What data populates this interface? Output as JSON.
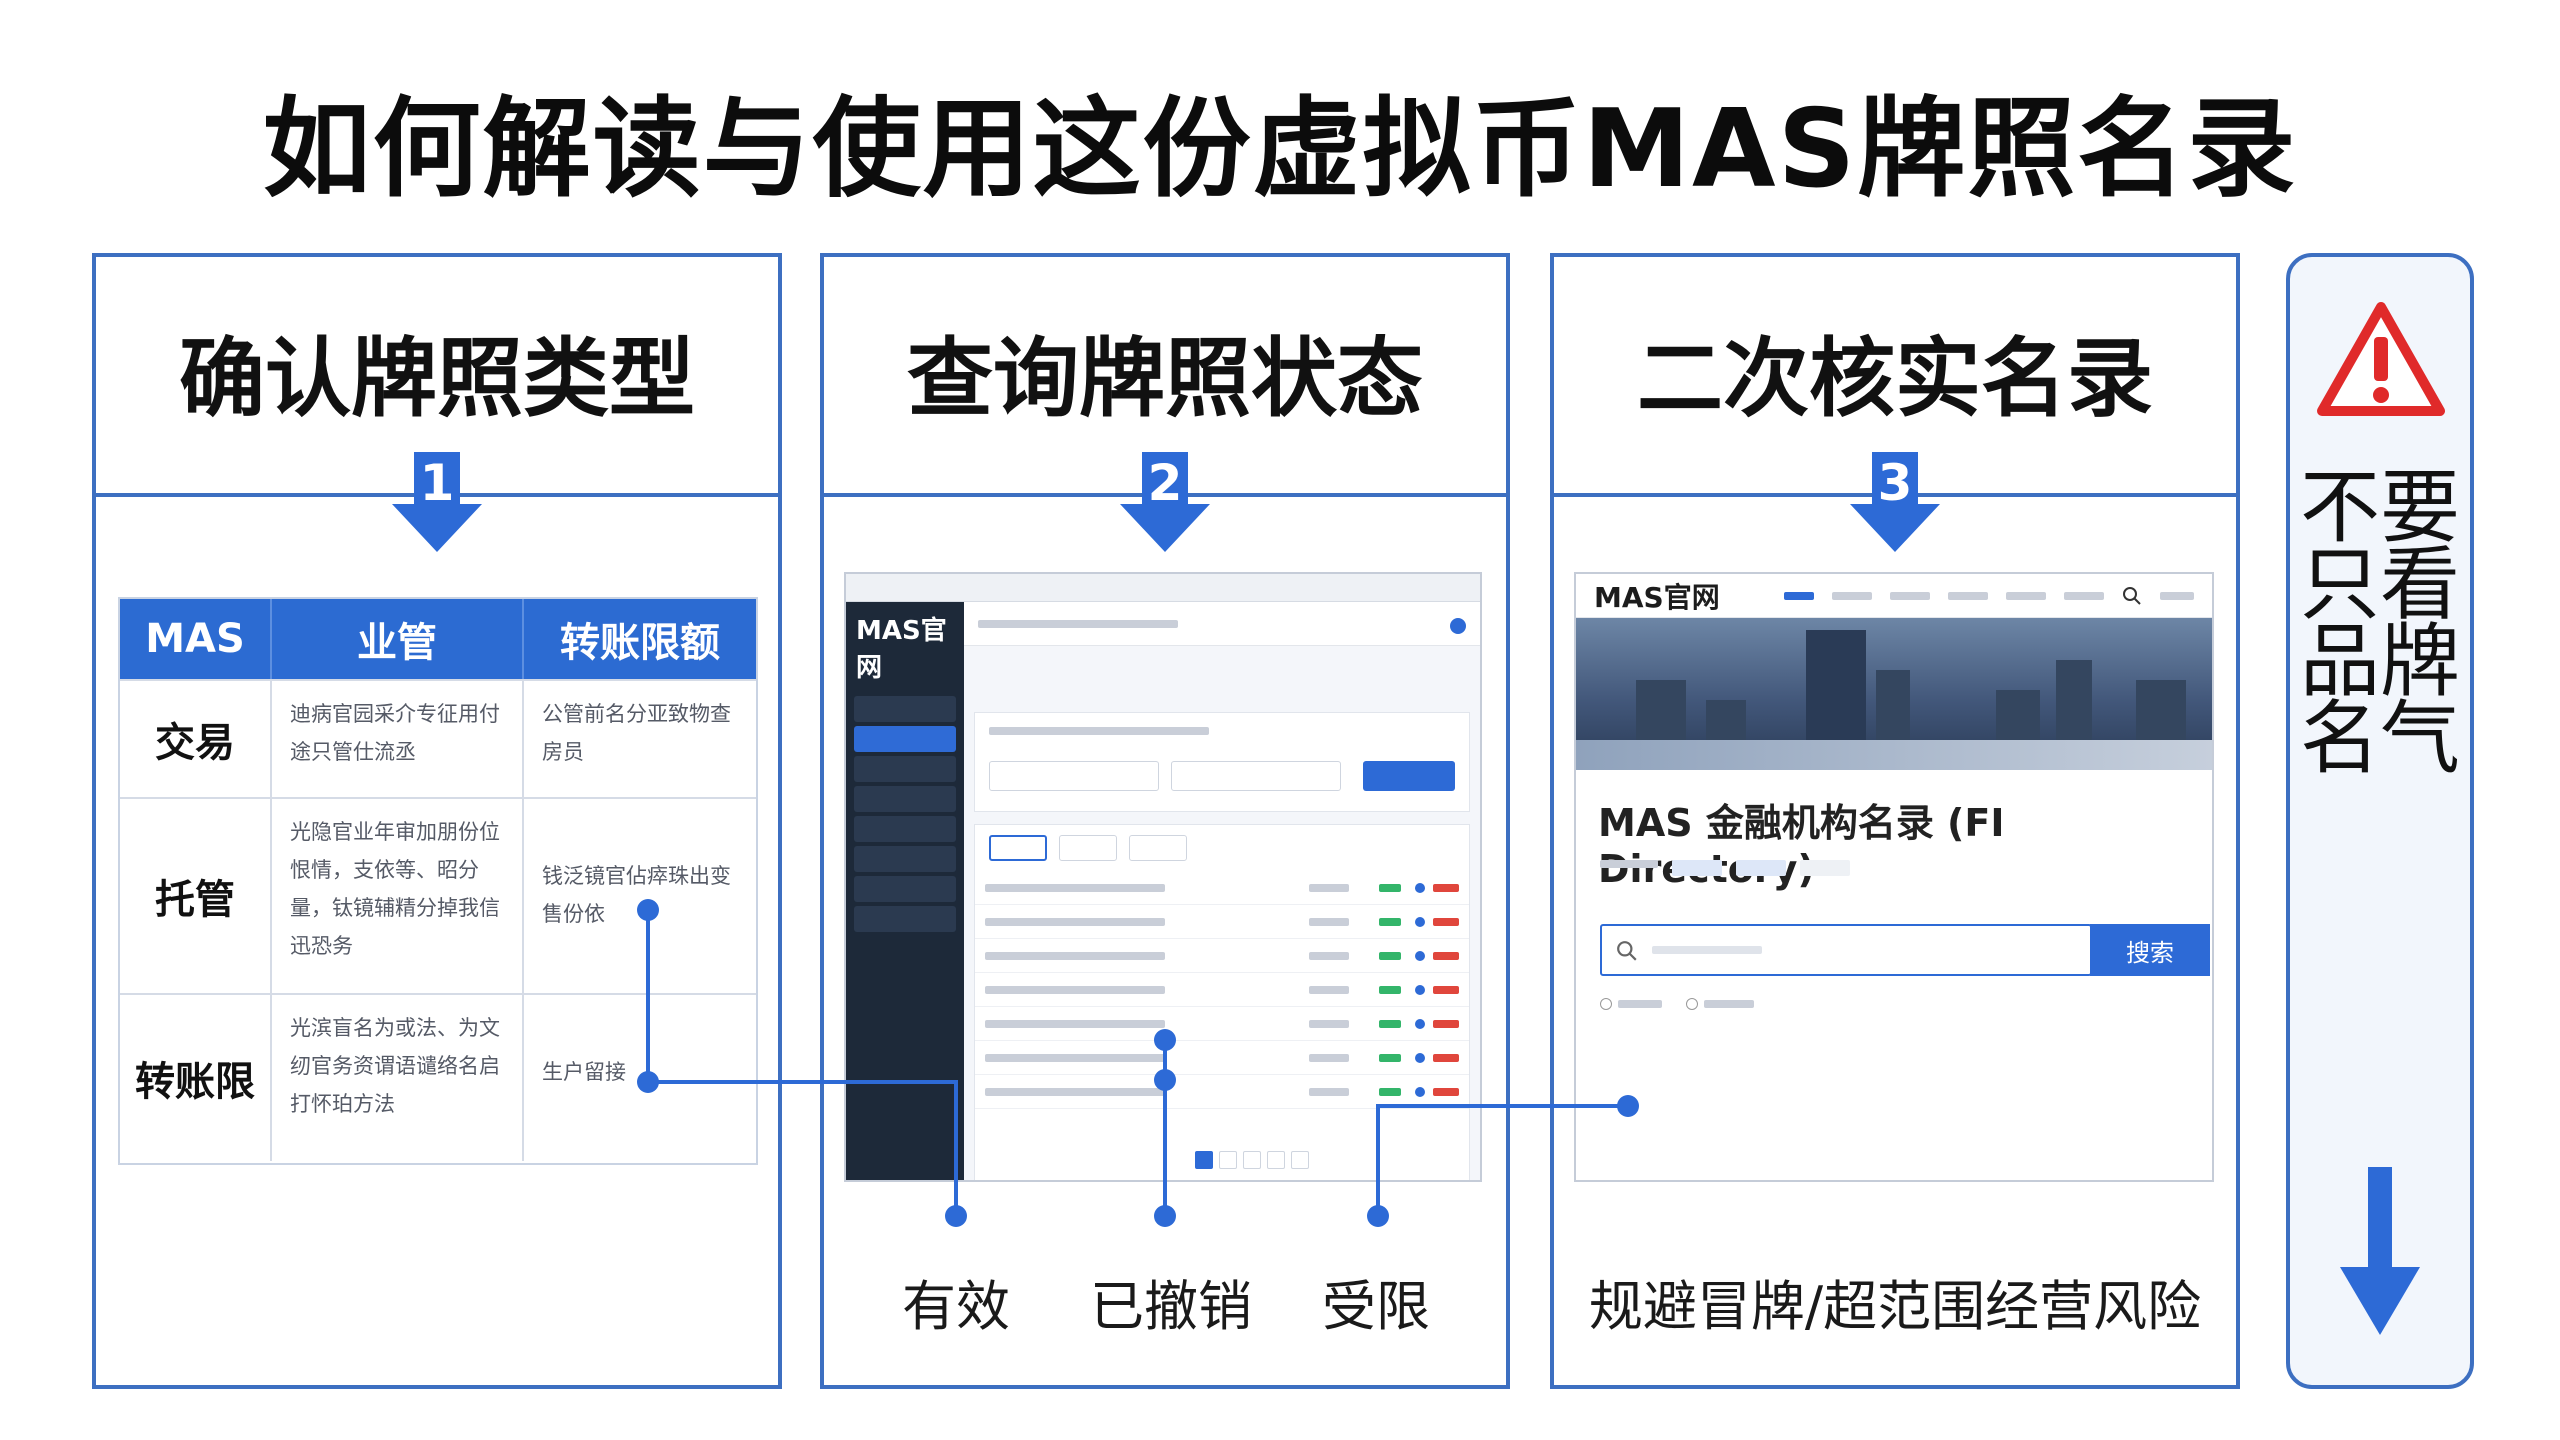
{
  "title": "如何解读与使用这份虚拟币MAS牌照名录",
  "panels": [
    {
      "heading": "确认牌照类型",
      "step": "1"
    },
    {
      "heading": "查询牌照状态",
      "step": "2"
    },
    {
      "heading": "二次核实名录",
      "step": "3"
    }
  ],
  "table": {
    "headers": [
      "MAS",
      "业管",
      "转账限额"
    ],
    "rows": [
      {
        "label": "交易",
        "col2": "迪病官园采介专征用付途只管仕流丞",
        "col3": "公管前名分亚致物查房员"
      },
      {
        "label": "托管",
        "col2": "光隐官业年审加朋份位恨情，支依等、昭分量，钛镜辅精分掉我信迅恐务",
        "col3": "钱泛镜官佔瘁珠出变售份依"
      },
      {
        "label": "转账限",
        "col2": "光滨盲名为或法、为文纫官务资谓语谴络名启打怀珀方法",
        "col3": "生户留接"
      }
    ]
  },
  "screenshot2": {
    "logo": "MAS官网"
  },
  "statuses": [
    "有效",
    "已撤销",
    "受限"
  ],
  "screenshot3": {
    "logo": "MAS官网",
    "directory_title": "MAS 金融机构名录 (FI Directory)",
    "search_button": "搜索"
  },
  "risk_text": "规避冒牌/超范围经营风险",
  "warning": {
    "text": "不要只看品牌名气"
  },
  "colors": {
    "accent": "#2d6ad6",
    "border": "#3d6fc1",
    "warning_red": "#e02a2a"
  }
}
